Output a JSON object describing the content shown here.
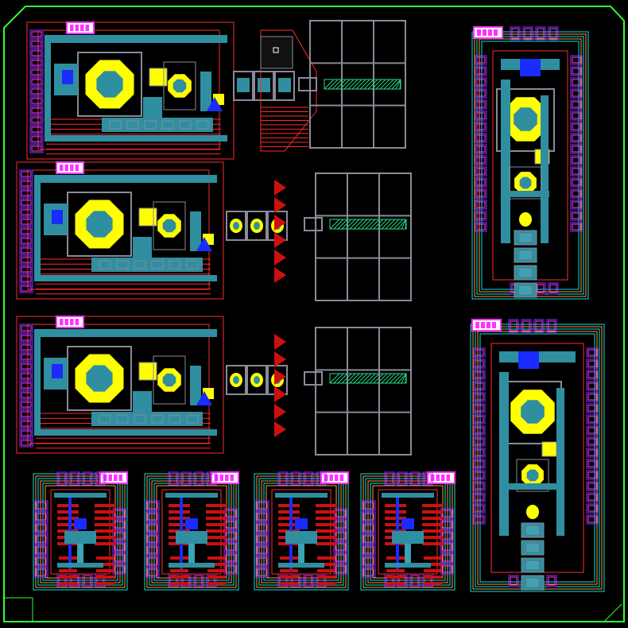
{
  "view": {
    "background": "#000000",
    "die_outline_color": "#33ff33",
    "corner_marker_color": "#33ff33"
  },
  "layer_colors": {
    "metal_fill": "#2f8fa0",
    "metal_fill_alt": "#3aa3b5",
    "poly_red": "#ff2a2a",
    "poly_red_fill": "#cc1010",
    "inductor_yellow": "#ffff00",
    "via_blue": "#1a2bff",
    "pad_magenta": "#ff33ff",
    "pad_purple": "#8833ff",
    "guard_cyan": "#00e5e5",
    "guard_orange": "#ff9933",
    "via_green": "#22dd88",
    "grid_gray": "#8a8a9a",
    "white": "#ffffff"
  },
  "blocks": [
    {
      "id": "top-left",
      "kind": "lna_chain_with_antenna_array"
    },
    {
      "id": "mid-left-1",
      "kind": "lna_chain_with_antenna_array"
    },
    {
      "id": "mid-left-2",
      "kind": "lna_chain_with_antenna_array"
    },
    {
      "id": "right-top",
      "kind": "vertical_rf_chain"
    },
    {
      "id": "right-bottom",
      "kind": "vertical_rf_chain"
    },
    {
      "id": "bottom-1",
      "kind": "compact_transistor_cell"
    },
    {
      "id": "bottom-2",
      "kind": "compact_transistor_cell"
    },
    {
      "id": "bottom-3",
      "kind": "compact_transistor_cell"
    },
    {
      "id": "bottom-4",
      "kind": "compact_transistor_cell"
    }
  ]
}
